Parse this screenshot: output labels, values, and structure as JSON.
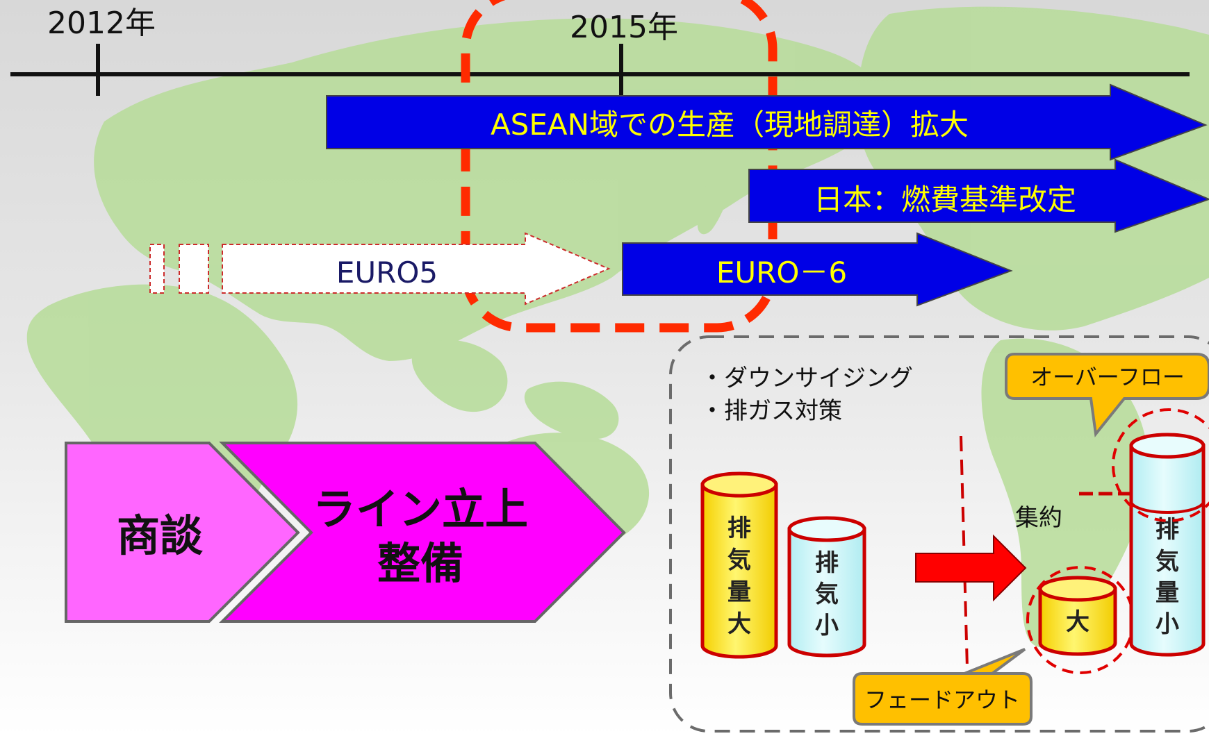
{
  "timeline": {
    "year_2012": "2012年",
    "year_2015": "2015年"
  },
  "arrows": {
    "asean": "ASEAN域での生産（現地調達）拡大",
    "japan": "日本：燃費基準改定",
    "euro5": "EURO5",
    "euro6": "EURO－6"
  },
  "process": {
    "step1": "商談",
    "step2_line1": "ライン立上",
    "step2_line2": "整備"
  },
  "detail": {
    "bullet1": "・ダウンサイジング",
    "bullet2": "・排ガス対策",
    "cyl_large": [
      "排",
      "気",
      "量",
      "大"
    ],
    "cyl_small": [
      "排",
      "気",
      "小"
    ],
    "consolidate": "集約",
    "cyl_out_small": "大",
    "cyl_out_large": [
      "排",
      "気",
      "量",
      "小"
    ],
    "callout_overflow": "オーバーフロー",
    "callout_fadeout": "フェードアウト"
  },
  "colors": {
    "blue_arrow": "#0000e6",
    "yellow_text": "#ffff00",
    "magenta": "#ff00ff",
    "light_magenta": "#ff66ff",
    "red_dash": "#ff2a00",
    "cyl_yellow": "#ffee44",
    "cyl_cyan": "#ccf6f9",
    "callout": "#ffc000",
    "map": "#a8d88a"
  }
}
